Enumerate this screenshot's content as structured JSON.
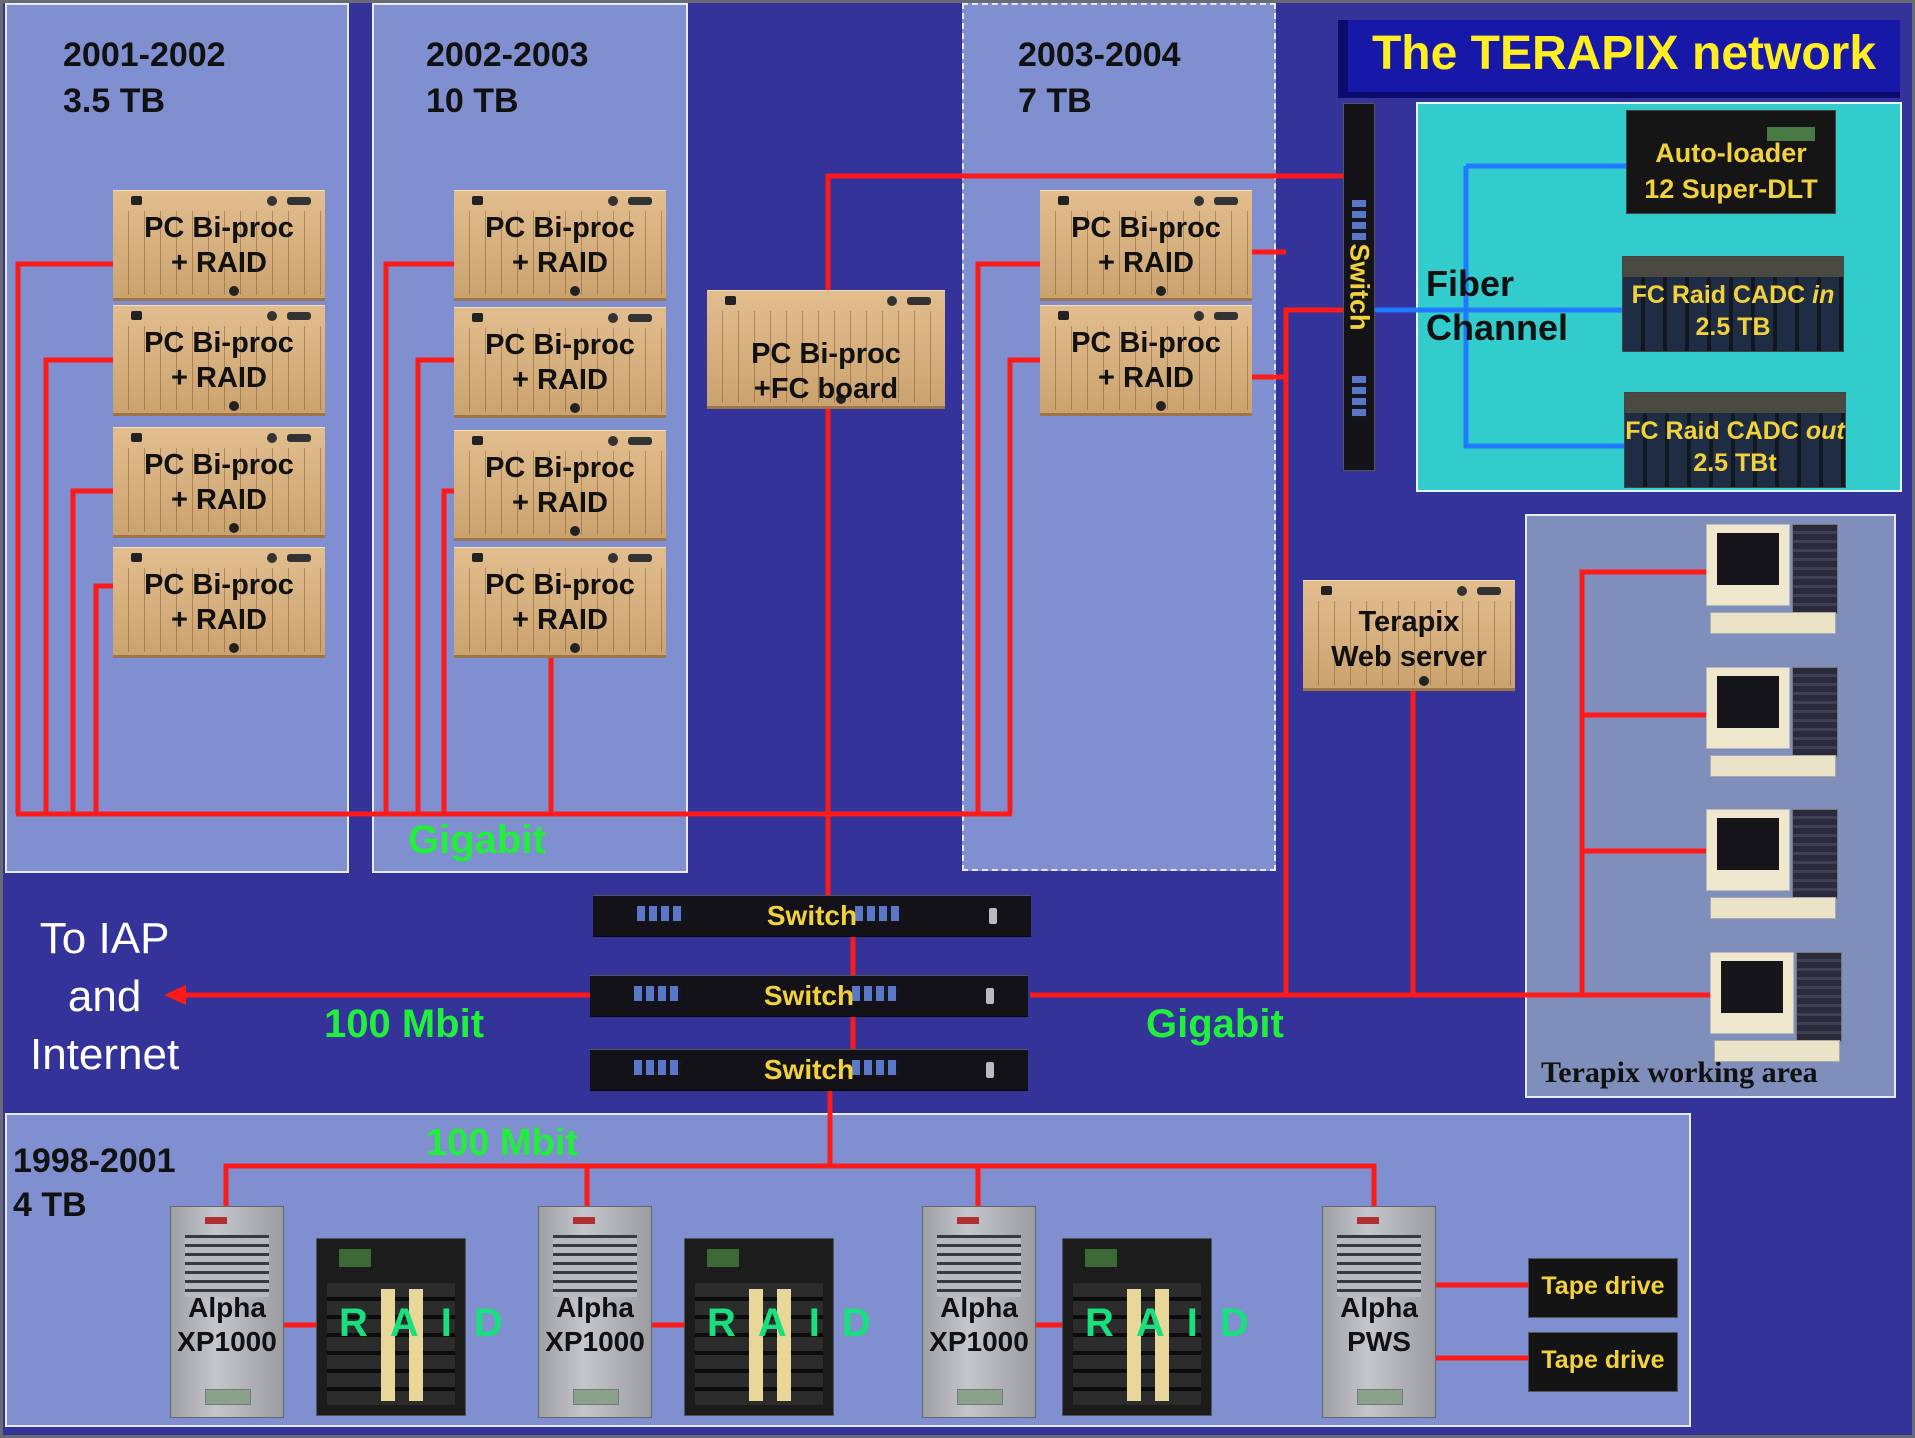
{
  "title": "The TERAPIX network",
  "panels": {
    "p2001": {
      "year": "2001-2002",
      "size": "3.5 TB"
    },
    "p2002": {
      "year": "2002-2003",
      "size": "10 TB"
    },
    "p2003": {
      "year": "2003-2004",
      "size": "7 TB"
    },
    "p1998": {
      "year": "1998-2001",
      "size": "4 TB"
    }
  },
  "pc_label": "PC Bi-proc\n+ RAID",
  "fc_pc_label": "PC Bi-proc\n+FC board",
  "web_server_label": "Terapix\nWeb server",
  "switch_label": "Switch",
  "fiber_channel": {
    "label": "Fiber\nChannel",
    "autoloader": "Auto-loader\n12 Super-DLT",
    "raid_in_prefix": "FC Raid CADC ",
    "raid_in_em": "in",
    "raid_in_size": "2.5 TB",
    "raid_out_prefix": "FC Raid CADC ",
    "raid_out_em": "out",
    "raid_out_size": "2.5 TBt"
  },
  "links": {
    "gigabit_top": "Gigabit",
    "gigabit_right": "Gigabit",
    "mbit_left": "100 Mbit",
    "mbit_bottom": "100 Mbit"
  },
  "external": "To IAP\nand\nInternet",
  "working_area": "Terapix working area",
  "alpha_xp": "Alpha\nXP1000",
  "alpha_pws": "Alpha\nPWS",
  "raid_label": "RAID",
  "tape_label": "Tape drive",
  "colors": {
    "background": "#33339a",
    "panel": "#7f8fcf",
    "wire_ethernet": "#ff1a1a",
    "wire_fiber": "#1f7aff",
    "fiber_area": "#33cccc",
    "label_green": "#22ee3c",
    "device_label": "#f2d23c"
  }
}
